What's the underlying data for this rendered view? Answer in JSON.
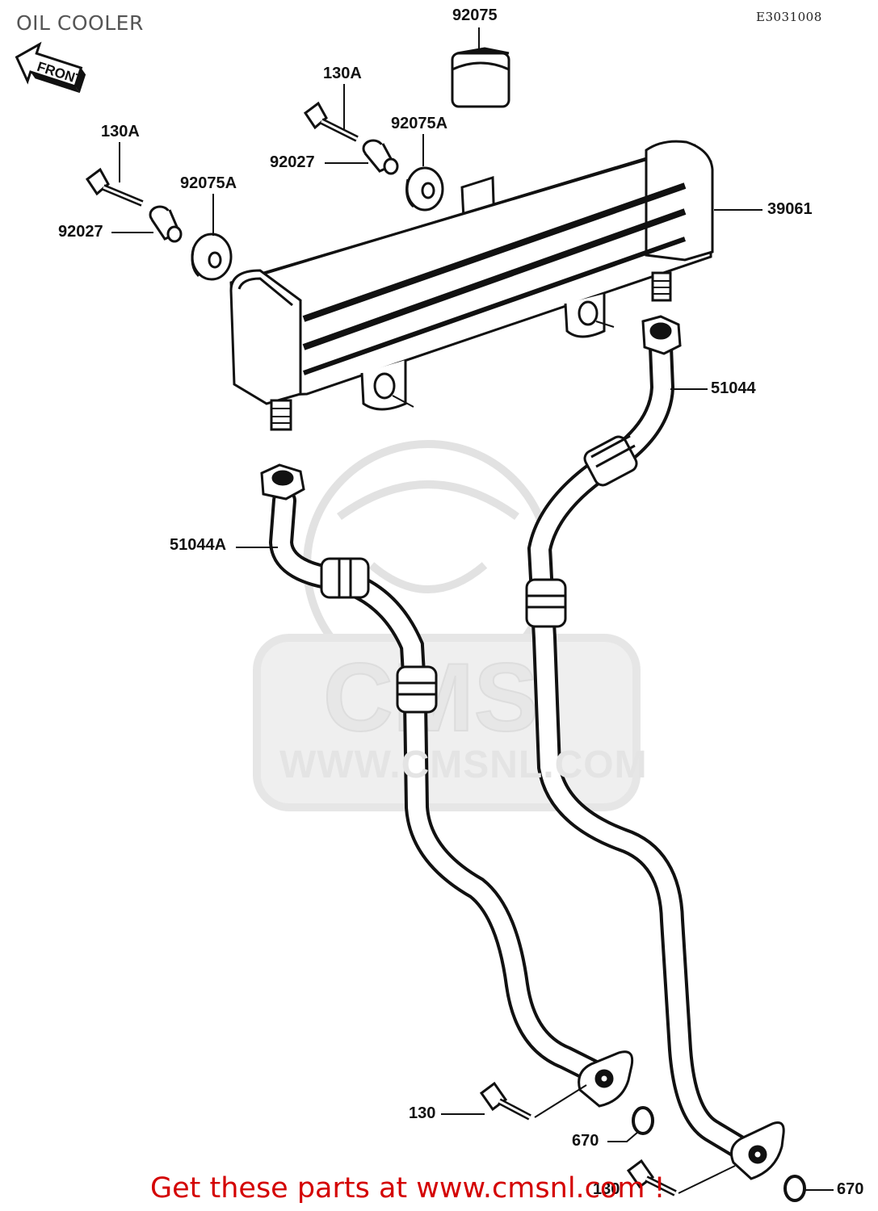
{
  "title": "OIL COOLER",
  "diagram_code": "E3031008",
  "front_label": "FRONT",
  "watermark": {
    "logo_text": "CMS",
    "url_text": "WWW.CMSNL.COM"
  },
  "footer_text": "Get these parts at www.cmsnl.com !",
  "footer_color": "#d40000",
  "parts": {
    "p92075": "92075",
    "p130a_top": "130A",
    "p92075a_top": "92075A",
    "p92027_top": "92027",
    "p130a_left": "130A",
    "p92075a_left": "92075A",
    "p92027_left": "92027",
    "p39061": "39061",
    "p51044": "51044",
    "p51044a": "51044A",
    "p130_lower": "130",
    "p670_mid": "670",
    "p130_bottom": "130",
    "p670_bottom": "670"
  }
}
